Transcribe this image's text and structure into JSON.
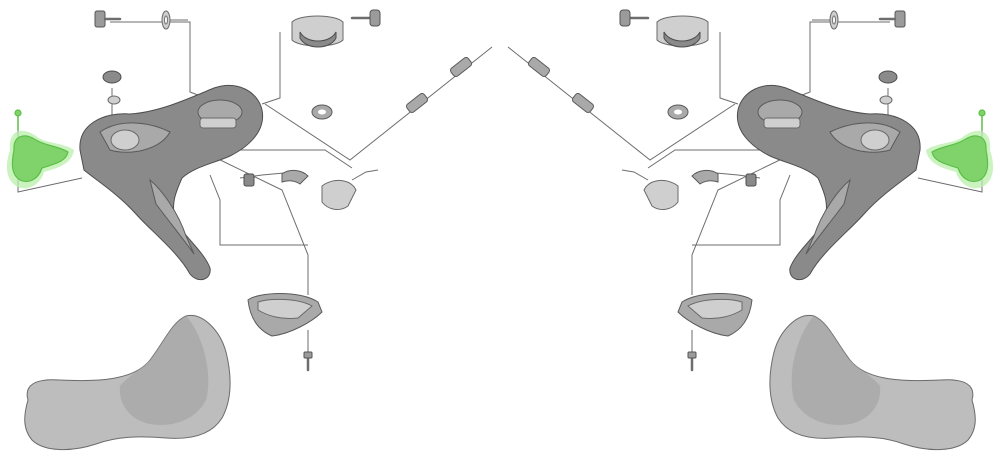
{
  "diagram": {
    "kind": "exploded-parts-view",
    "highlight_color": "#7fd36a",
    "part_color": "#8a8a8a",
    "background_color": "#ffffff",
    "assemblies": [
      {
        "side": "left",
        "highlighted_part": "small-lever"
      },
      {
        "side": "right",
        "highlighted_part": "small-lever"
      }
    ]
  }
}
